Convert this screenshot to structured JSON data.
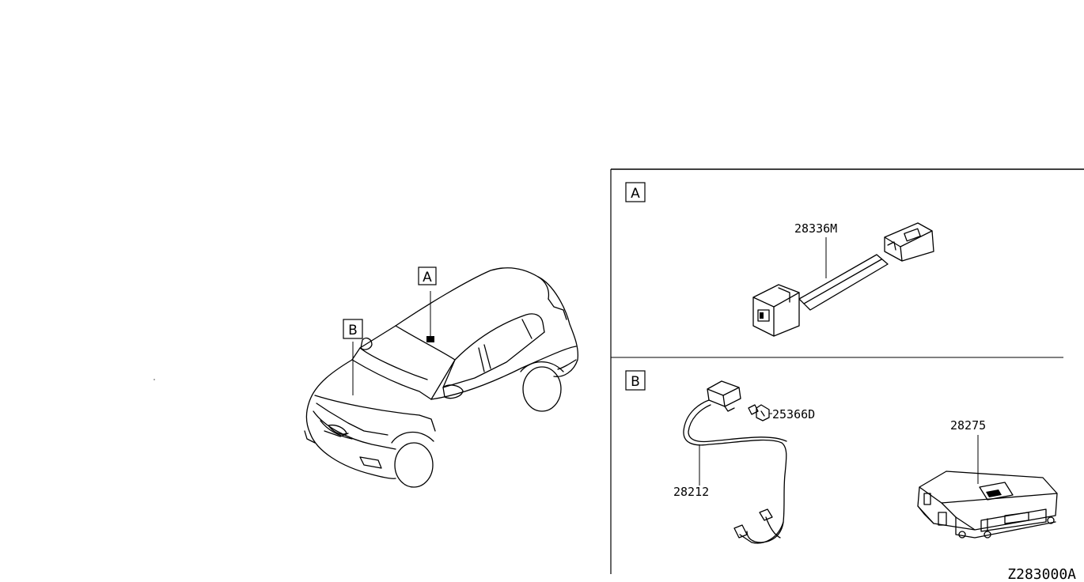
{
  "vehicle": {
    "location_labels": [
      "A",
      "B"
    ]
  },
  "section_a": {
    "label": "A",
    "parts": [
      {
        "part_number": "28336M",
        "icon": "usb-harness-icon"
      }
    ]
  },
  "section_b": {
    "label": "B",
    "parts": [
      {
        "part_number": "25366D",
        "icon": "clip-icon"
      },
      {
        "part_number": "28212",
        "icon": "antenna-harness-icon"
      },
      {
        "part_number": "28275",
        "icon": "control-unit-icon"
      }
    ]
  },
  "diagram_code": "Z283000A"
}
